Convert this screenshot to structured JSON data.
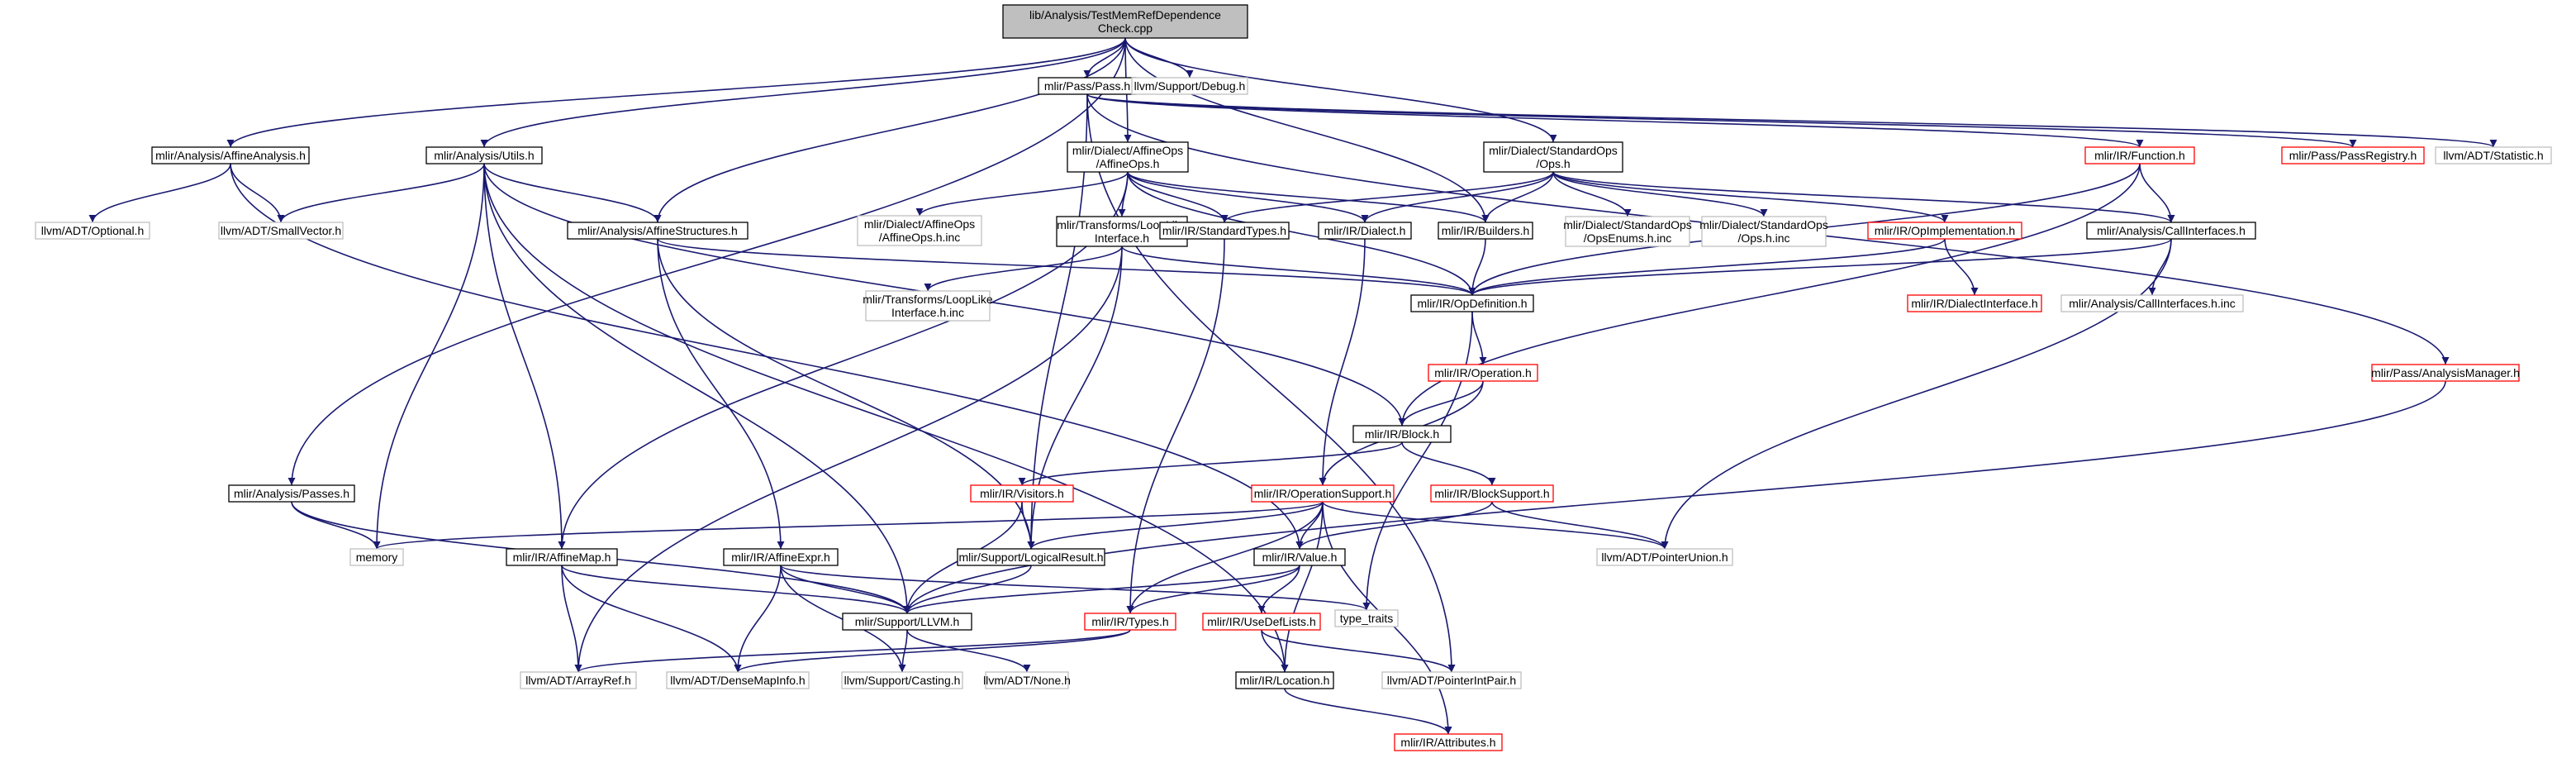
{
  "diagram": {
    "colors": {
      "edge": "#191970",
      "node_border_normal": "#000000",
      "node_border_truncated": "#ff0000",
      "node_border_system": "#bfbfbf",
      "root_fill": "#bfbfbf",
      "node_fill": "#ffffff"
    },
    "nodes": [
      {
        "id": "root",
        "lines": [
          "lib/Analysis/TestMemRefDependence",
          "Check.cpp"
        ],
        "kind": "root"
      },
      {
        "id": "pass_h",
        "lines": [
          "mlir/Pass/Pass.h"
        ],
        "kind": "normal"
      },
      {
        "id": "debug_h",
        "lines": [
          "llvm/Support/Debug.h"
        ],
        "kind": "system"
      },
      {
        "id": "affine_analysis_h",
        "lines": [
          "mlir/Analysis/AffineAnalysis.h"
        ],
        "kind": "normal"
      },
      {
        "id": "utils_h",
        "lines": [
          "mlir/Analysis/Utils.h"
        ],
        "kind": "normal"
      },
      {
        "id": "affine_ops_h",
        "lines": [
          "mlir/Dialect/AffineOps",
          "/AffineOps.h"
        ],
        "kind": "normal"
      },
      {
        "id": "std_ops_h",
        "lines": [
          "mlir/Dialect/StandardOps",
          "/Ops.h"
        ],
        "kind": "normal"
      },
      {
        "id": "function_h",
        "lines": [
          "mlir/IR/Function.h"
        ],
        "kind": "truncated"
      },
      {
        "id": "pass_registry_h",
        "lines": [
          "mlir/Pass/PassRegistry.h"
        ],
        "kind": "truncated"
      },
      {
        "id": "statistic_h",
        "lines": [
          "llvm/ADT/Statistic.h"
        ],
        "kind": "system"
      },
      {
        "id": "optional_h",
        "lines": [
          "llvm/ADT/Optional.h"
        ],
        "kind": "system"
      },
      {
        "id": "smallvector_h",
        "lines": [
          "llvm/ADT/SmallVector.h"
        ],
        "kind": "system"
      },
      {
        "id": "affine_structures_h",
        "lines": [
          "mlir/Analysis/AffineStructures.h"
        ],
        "kind": "normal"
      },
      {
        "id": "affine_ops_inc",
        "lines": [
          "mlir/Dialect/AffineOps",
          "/AffineOps.h.inc"
        ],
        "kind": "system"
      },
      {
        "id": "looplike_h",
        "lines": [
          "mlir/Transforms/LoopLike",
          "Interface.h"
        ],
        "kind": "normal"
      },
      {
        "id": "standard_types_h",
        "lines": [
          "mlir/IR/StandardTypes.h"
        ],
        "kind": "normal"
      },
      {
        "id": "dialect_h",
        "lines": [
          "mlir/IR/Dialect.h"
        ],
        "kind": "normal"
      },
      {
        "id": "builders_h",
        "lines": [
          "mlir/IR/Builders.h"
        ],
        "kind": "normal"
      },
      {
        "id": "ops_enums_inc",
        "lines": [
          "mlir/Dialect/StandardOps",
          "/OpsEnums.h.inc"
        ],
        "kind": "system"
      },
      {
        "id": "ops_inc",
        "lines": [
          "mlir/Dialect/StandardOps",
          "/Ops.h.inc"
        ],
        "kind": "system"
      },
      {
        "id": "op_impl_h",
        "lines": [
          "mlir/IR/OpImplementation.h"
        ],
        "kind": "truncated"
      },
      {
        "id": "call_interfaces_h",
        "lines": [
          "mlir/Analysis/CallInterfaces.h"
        ],
        "kind": "normal"
      },
      {
        "id": "looplike_inc",
        "lines": [
          "mlir/Transforms/LoopLike",
          "Interface.h.inc"
        ],
        "kind": "system"
      },
      {
        "id": "op_definition_h",
        "lines": [
          "mlir/IR/OpDefinition.h"
        ],
        "kind": "normal"
      },
      {
        "id": "dialect_interface_h",
        "lines": [
          "mlir/IR/DialectInterface.h"
        ],
        "kind": "truncated"
      },
      {
        "id": "call_interfaces_inc",
        "lines": [
          "mlir/Analysis/CallInterfaces.h.inc"
        ],
        "kind": "system"
      },
      {
        "id": "operation_h",
        "lines": [
          "mlir/IR/Operation.h"
        ],
        "kind": "truncated"
      },
      {
        "id": "analysis_manager_h",
        "lines": [
          "mlir/Pass/AnalysisManager.h"
        ],
        "kind": "truncated"
      },
      {
        "id": "block_h",
        "lines": [
          "mlir/IR/Block.h"
        ],
        "kind": "normal"
      },
      {
        "id": "passes_h",
        "lines": [
          "mlir/Analysis/Passes.h"
        ],
        "kind": "normal"
      },
      {
        "id": "visitors_h",
        "lines": [
          "mlir/IR/Visitors.h"
        ],
        "kind": "truncated"
      },
      {
        "id": "operation_support_h",
        "lines": [
          "mlir/IR/OperationSupport.h"
        ],
        "kind": "truncated"
      },
      {
        "id": "block_support_h",
        "lines": [
          "mlir/IR/BlockSupport.h"
        ],
        "kind": "truncated"
      },
      {
        "id": "memory",
        "lines": [
          "memory"
        ],
        "kind": "system"
      },
      {
        "id": "affine_map_h",
        "lines": [
          "mlir/IR/AffineMap.h"
        ],
        "kind": "normal"
      },
      {
        "id": "affine_expr_h",
        "lines": [
          "mlir/IR/AffineExpr.h"
        ],
        "kind": "normal"
      },
      {
        "id": "logical_result_h",
        "lines": [
          "mlir/Support/LogicalResult.h"
        ],
        "kind": "normal"
      },
      {
        "id": "value_h",
        "lines": [
          "mlir/IR/Value.h"
        ],
        "kind": "normal"
      },
      {
        "id": "pointer_union_h",
        "lines": [
          "llvm/ADT/PointerUnion.h"
        ],
        "kind": "system"
      },
      {
        "id": "type_traits",
        "lines": [
          "type_traits"
        ],
        "kind": "system"
      },
      {
        "id": "llvm_h",
        "lines": [
          "mlir/Support/LLVM.h"
        ],
        "kind": "normal"
      },
      {
        "id": "types_h",
        "lines": [
          "mlir/IR/Types.h"
        ],
        "kind": "truncated"
      },
      {
        "id": "use_def_lists_h",
        "lines": [
          "mlir/IR/UseDefLists.h"
        ],
        "kind": "truncated"
      },
      {
        "id": "array_ref_h",
        "lines": [
          "llvm/ADT/ArrayRef.h"
        ],
        "kind": "system"
      },
      {
        "id": "dense_map_info_h",
        "lines": [
          "llvm/ADT/DenseMapInfo.h"
        ],
        "kind": "system"
      },
      {
        "id": "casting_h",
        "lines": [
          "llvm/Support/Casting.h"
        ],
        "kind": "system"
      },
      {
        "id": "none_h",
        "lines": [
          "llvm/ADT/None.h"
        ],
        "kind": "system"
      },
      {
        "id": "location_h",
        "lines": [
          "mlir/IR/Location.h"
        ],
        "kind": "normal"
      },
      {
        "id": "pointer_int_pair_h",
        "lines": [
          "llvm/ADT/PointerIntPair.h"
        ],
        "kind": "system"
      },
      {
        "id": "attributes_h",
        "lines": [
          "mlir/IR/Attributes.h"
        ],
        "kind": "truncated"
      }
    ],
    "edges": [
      [
        "root",
        "pass_h"
      ],
      [
        "root",
        "debug_h"
      ],
      [
        "root",
        "affine_analysis_h"
      ],
      [
        "root",
        "utils_h"
      ],
      [
        "root",
        "affine_ops_h"
      ],
      [
        "root",
        "std_ops_h"
      ],
      [
        "root",
        "affine_structures_h"
      ],
      [
        "root",
        "builders_h"
      ],
      [
        "root",
        "passes_h"
      ],
      [
        "pass_h",
        "function_h"
      ],
      [
        "pass_h",
        "pass_registry_h"
      ],
      [
        "pass_h",
        "statistic_h"
      ],
      [
        "pass_h",
        "analysis_manager_h"
      ],
      [
        "pass_h",
        "logical_result_h"
      ],
      [
        "pass_h",
        "pointer_int_pair_h"
      ],
      [
        "affine_analysis_h",
        "optional_h"
      ],
      [
        "affine_analysis_h",
        "smallvector_h"
      ],
      [
        "affine_analysis_h",
        "value_h"
      ],
      [
        "utils_h",
        "smallvector_h"
      ],
      [
        "utils_h",
        "affine_structures_h"
      ],
      [
        "utils_h",
        "block_h"
      ],
      [
        "utils_h",
        "memory"
      ],
      [
        "utils_h",
        "affine_map_h"
      ],
      [
        "utils_h",
        "llvm_h"
      ],
      [
        "utils_h",
        "location_h"
      ],
      [
        "affine_ops_h",
        "affine_ops_inc"
      ],
      [
        "affine_ops_h",
        "looplike_h"
      ],
      [
        "affine_ops_h",
        "standard_types_h"
      ],
      [
        "affine_ops_h",
        "dialect_h"
      ],
      [
        "affine_ops_h",
        "builders_h"
      ],
      [
        "affine_ops_h",
        "op_definition_h"
      ],
      [
        "affine_ops_h",
        "affine_map_h"
      ],
      [
        "std_ops_h",
        "standard_types_h"
      ],
      [
        "std_ops_h",
        "dialect_h"
      ],
      [
        "std_ops_h",
        "builders_h"
      ],
      [
        "std_ops_h",
        "ops_enums_inc"
      ],
      [
        "std_ops_h",
        "ops_inc"
      ],
      [
        "std_ops_h",
        "op_impl_h"
      ],
      [
        "std_ops_h",
        "call_interfaces_h"
      ],
      [
        "function_h",
        "call_interfaces_h"
      ],
      [
        "function_h",
        "op_definition_h"
      ],
      [
        "function_h",
        "block_h"
      ],
      [
        "affine_structures_h",
        "op_definition_h"
      ],
      [
        "affine_structures_h",
        "affine_expr_h"
      ],
      [
        "affine_structures_h",
        "logical_result_h"
      ],
      [
        "looplike_h",
        "looplike_inc"
      ],
      [
        "looplike_h",
        "op_definition_h"
      ],
      [
        "looplike_h",
        "logical_result_h"
      ],
      [
        "looplike_h",
        "array_ref_h"
      ],
      [
        "standard_types_h",
        "types_h"
      ],
      [
        "dialect_h",
        "operation_support_h"
      ],
      [
        "builders_h",
        "op_definition_h"
      ],
      [
        "op_impl_h",
        "op_definition_h"
      ],
      [
        "op_impl_h",
        "dialect_interface_h"
      ],
      [
        "call_interfaces_h",
        "call_interfaces_inc"
      ],
      [
        "call_interfaces_h",
        "op_definition_h"
      ],
      [
        "call_interfaces_h",
        "pointer_union_h"
      ],
      [
        "op_definition_h",
        "operation_h"
      ],
      [
        "op_definition_h",
        "type_traits"
      ],
      [
        "operation_h",
        "block_h"
      ],
      [
        "operation_h",
        "operation_support_h"
      ],
      [
        "analysis_manager_h",
        "llvm_h"
      ],
      [
        "block_h",
        "visitors_h"
      ],
      [
        "block_h",
        "block_support_h"
      ],
      [
        "passes_h",
        "memory"
      ],
      [
        "passes_h",
        "llvm_h"
      ],
      [
        "visitors_h",
        "llvm_h"
      ],
      [
        "visitors_h",
        "logical_result_h"
      ],
      [
        "operation_support_h",
        "memory"
      ],
      [
        "operation_support_h",
        "logical_result_h"
      ],
      [
        "operation_support_h",
        "value_h"
      ],
      [
        "operation_support_h",
        "types_h"
      ],
      [
        "operation_support_h",
        "pointer_union_h"
      ],
      [
        "operation_support_h",
        "location_h"
      ],
      [
        "operation_support_h",
        "attributes_h"
      ],
      [
        "block_support_h",
        "value_h"
      ],
      [
        "block_support_h",
        "pointer_union_h"
      ],
      [
        "affine_map_h",
        "llvm_h"
      ],
      [
        "affine_map_h",
        "array_ref_h"
      ],
      [
        "affine_map_h",
        "dense_map_info_h"
      ],
      [
        "affine_expr_h",
        "llvm_h"
      ],
      [
        "affine_expr_h",
        "dense_map_info_h"
      ],
      [
        "affine_expr_h",
        "casting_h"
      ],
      [
        "affine_expr_h",
        "type_traits"
      ],
      [
        "logical_result_h",
        "llvm_h"
      ],
      [
        "value_h",
        "llvm_h"
      ],
      [
        "value_h",
        "types_h"
      ],
      [
        "value_h",
        "use_def_lists_h"
      ],
      [
        "llvm_h",
        "casting_h"
      ],
      [
        "llvm_h",
        "none_h"
      ],
      [
        "types_h",
        "dense_map_info_h"
      ],
      [
        "types_h",
        "array_ref_h"
      ],
      [
        "use_def_lists_h",
        "location_h"
      ],
      [
        "use_def_lists_h",
        "pointer_int_pair_h"
      ],
      [
        "location_h",
        "attributes_h"
      ]
    ]
  }
}
